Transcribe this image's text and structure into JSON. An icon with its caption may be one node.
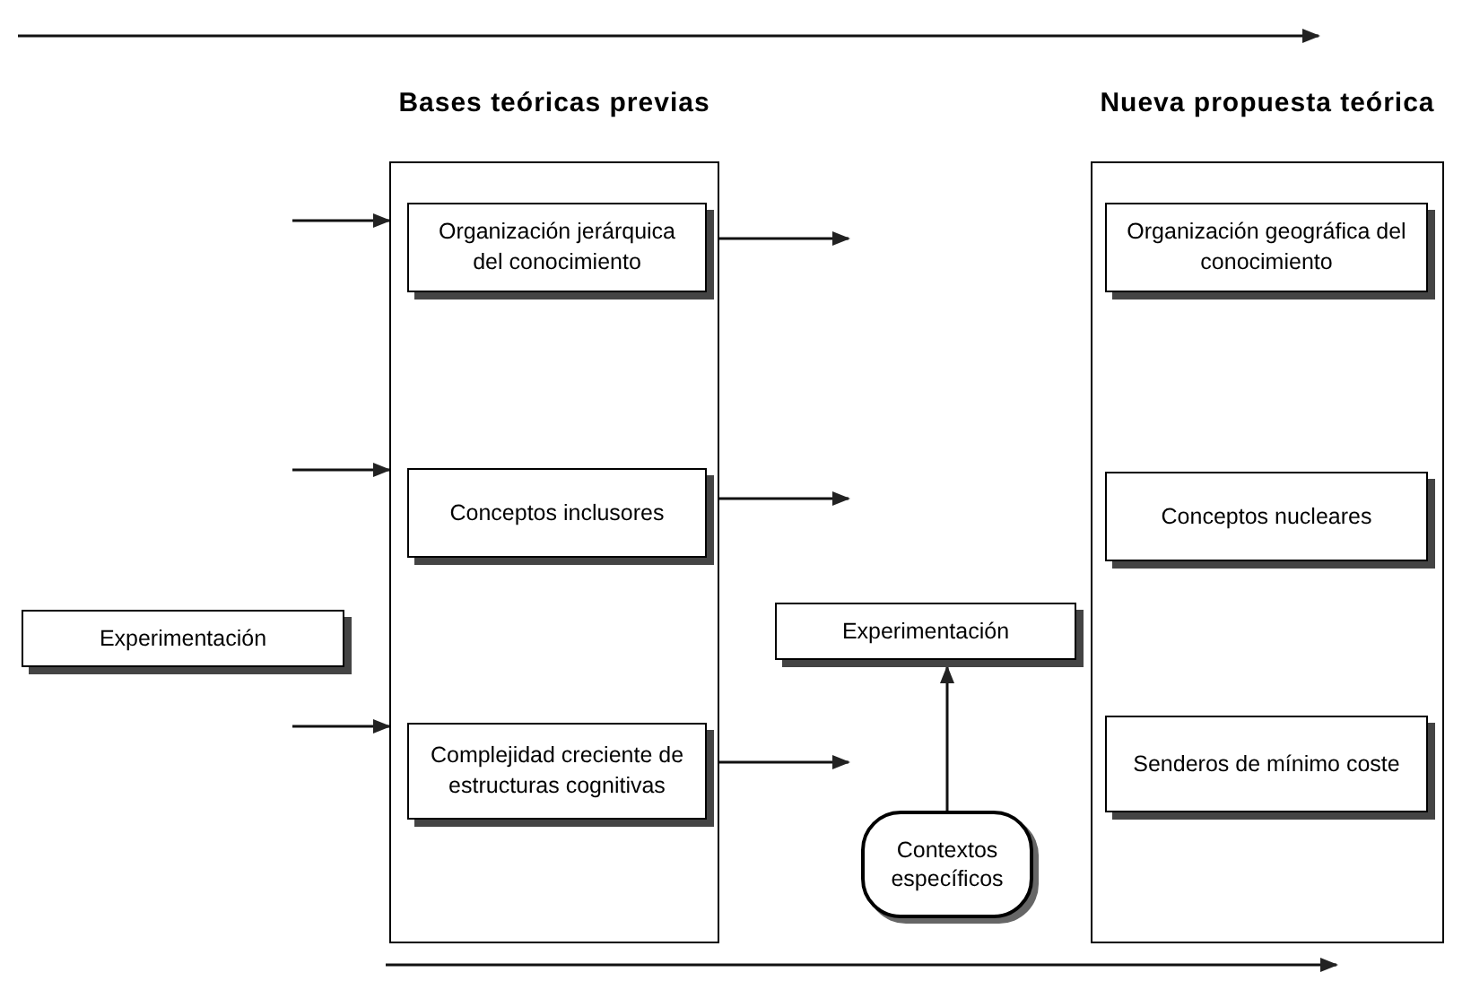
{
  "diagram": {
    "nodes": [
      {
        "text": [
          "Bases teóricas previas"
        ]
      },
      {
        "text": [
          "Organización jerárquica del conocimiento"
        ],
        "in": 0
      },
      {
        "text": [
          "Conceptos inclusores"
        ],
        "in": 0
      },
      {
        "text": [
          "Complejidad creciente de estructuras cognitivas"
        ],
        "in": 0
      },
      {
        "text": [
          "Nueva propuesta teórica"
        ]
      },
      {
        "text": [
          "Organización geográfica del conocimiento"
        ],
        "in": 4
      },
      {
        "text": [
          "Conceptos nucleares"
        ],
        "in": 4
      },
      {
        "text": [
          "Senderos de mínimo coste"
        ],
        "in": 4
      },
      {
        "text": [
          "Experimentación"
        ]
      },
      {
        "text": [
          "Experimentación"
        ]
      },
      {
        "text": [
          "Contextos específicos"
        ]
      }
    ],
    "edges": [
      {
        "from": null,
        "to": 0,
        "arrow": "to"
      },
      {
        "from": null,
        "to": 0,
        "arrow": "to"
      },
      {
        "from": null,
        "to": 0,
        "arrow": "to"
      },
      {
        "from": 0,
        "to": null,
        "arrow": "to"
      },
      {
        "from": 0,
        "to": null,
        "arrow": "to"
      },
      {
        "from": 0,
        "to": null,
        "arrow": "to"
      },
      {
        "from": 10,
        "to": 9,
        "arrow": "to"
      }
    ]
  }
}
